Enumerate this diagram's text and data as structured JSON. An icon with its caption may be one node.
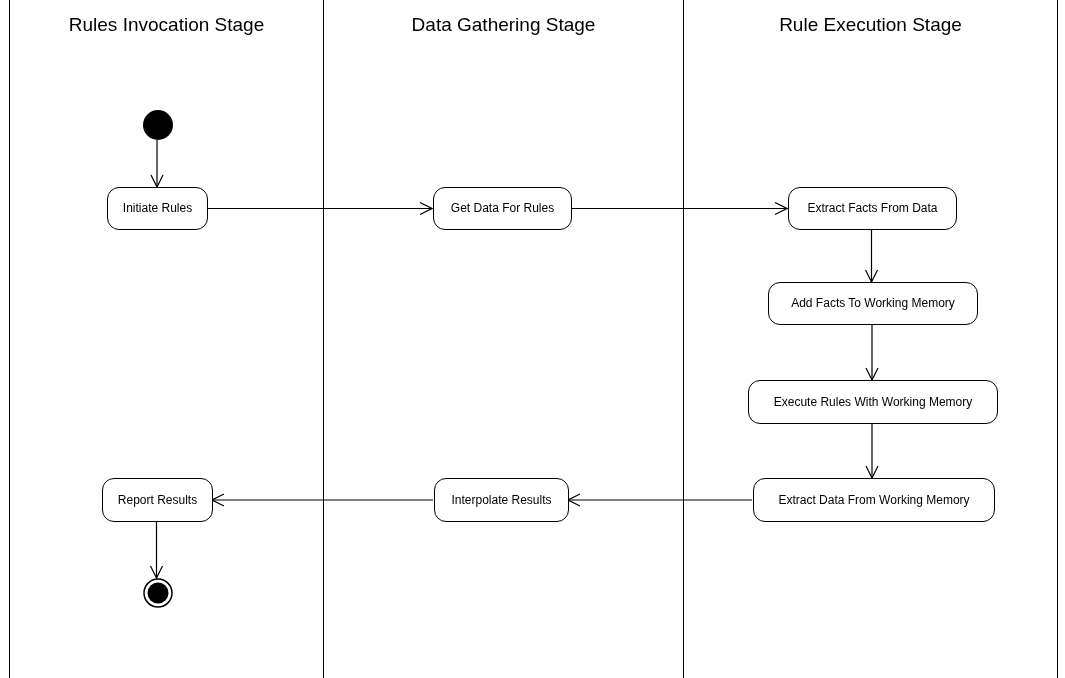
{
  "diagram": {
    "nodes": [
      {
        "text": [
          "Rules Invocation Stage"
        ]
      },
      {
        "text": [
          "Data Gathering Stage"
        ]
      },
      {
        "text": [
          "Rule Execution Stage"
        ]
      },
      {
        "text": [],
        "shape": "circle",
        "in": 0
      },
      {
        "text": [
          "Initiate Rules"
        ],
        "in": 0
      },
      {
        "text": [
          "Get Data For Rules"
        ],
        "in": 1
      },
      {
        "text": [
          "Extract Facts From Data"
        ],
        "in": 2
      },
      {
        "text": [
          "Add Facts To Working Memory"
        ],
        "in": 2
      },
      {
        "text": [
          "Execute Rules With Working Memory"
        ],
        "in": 2
      },
      {
        "text": [
          "Extract Data From Working Memory"
        ],
        "in": 2
      },
      {
        "text": [
          "Interpolate Results"
        ],
        "in": 1
      },
      {
        "text": [
          "Report Results"
        ],
        "in": 0
      },
      {
        "text": [],
        "shape": "bullseye",
        "in": 0
      }
    ],
    "edges": [
      {
        "from": 3,
        "to": 4,
        "arrow": "to"
      },
      {
        "from": 4,
        "to": 5,
        "arrow": "to"
      },
      {
        "from": 5,
        "to": 6,
        "arrow": "to"
      },
      {
        "from": 6,
        "to": 7,
        "arrow": "to"
      },
      {
        "from": 7,
        "to": 8,
        "arrow": "to"
      },
      {
        "from": 8,
        "to": 9,
        "arrow": "to"
      },
      {
        "from": 9,
        "to": 10,
        "arrow": "to"
      },
      {
        "from": 10,
        "to": 11,
        "arrow": "to"
      },
      {
        "from": 11,
        "to": 12,
        "arrow": "to"
      }
    ]
  }
}
